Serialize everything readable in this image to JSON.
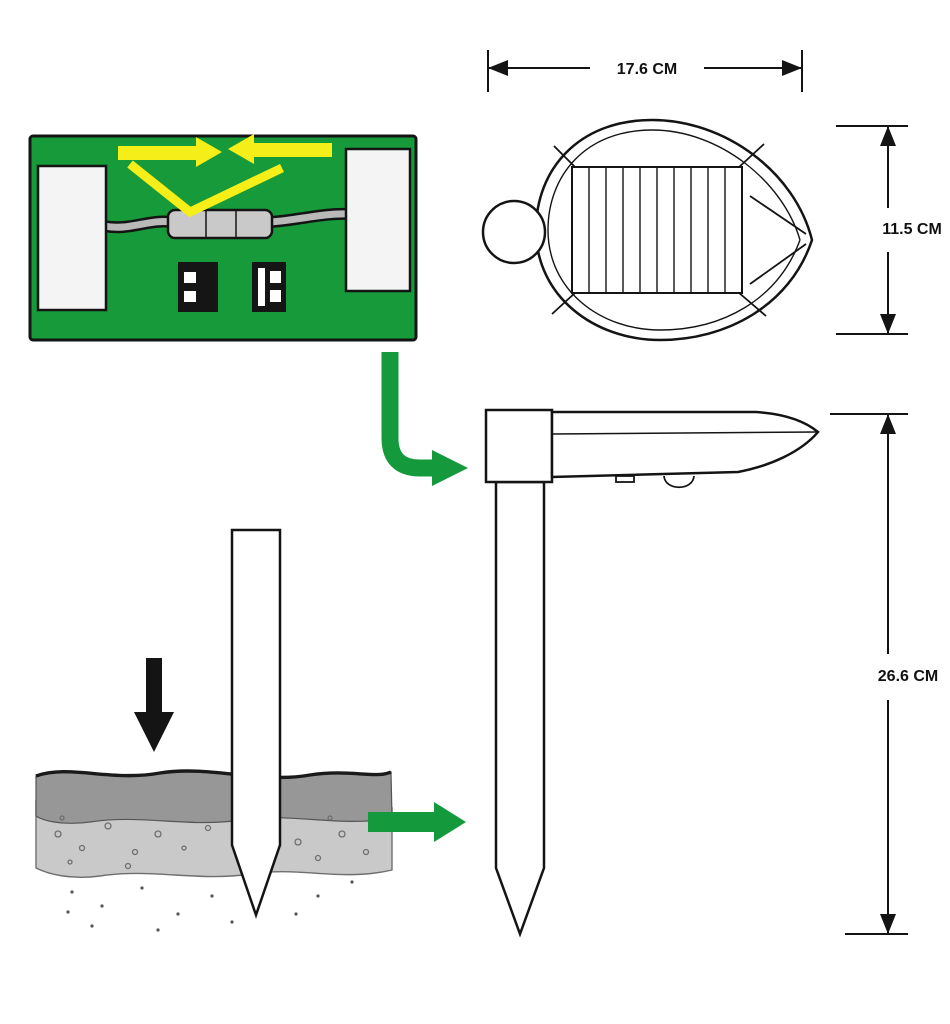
{
  "dimensions": {
    "width_label": "17.6 CM",
    "depth_label": "11.5 CM",
    "height_label": "26.6 CM"
  },
  "colors": {
    "board_green": "#169a3a",
    "arrow_green": "#149a3c",
    "arrow_yellow": "#f6ee18",
    "wire_gray": "#b9b9b9",
    "connector_gray": "#c9c9c9",
    "ground_dark": "#979797",
    "ground_light": "#c9c9c9",
    "ink": "#141414"
  }
}
